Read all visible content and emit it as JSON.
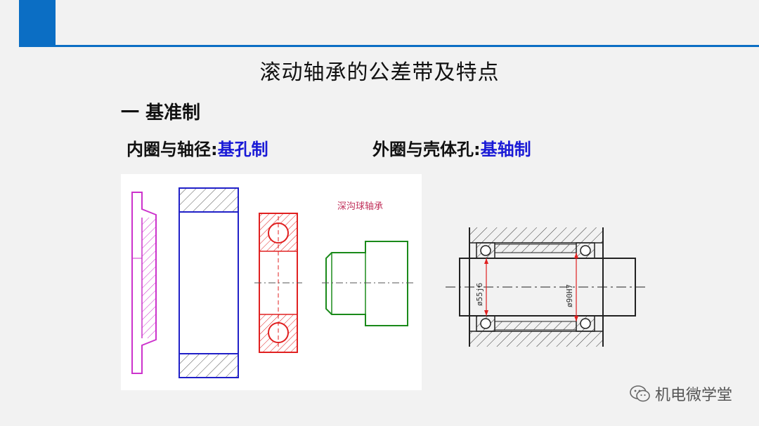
{
  "slide": {
    "title": "滚动轴承的公差带及特点",
    "section_heading": "一 基准制"
  },
  "labels": {
    "inner_ring_prefix": "内圈与轴径:",
    "inner_ring_system": "基孔制",
    "outer_ring_prefix": "外圈与壳体孔:",
    "outer_ring_system": "基轴制"
  },
  "figure_left": {
    "caption": "深沟球轴承"
  },
  "figure_right": {
    "shaft_dimension": "ø55j6",
    "housing_dimension": "ø90H7"
  },
  "watermark": {
    "text": "机电微学堂"
  },
  "colors": {
    "accent": "#0b6ec4",
    "highlight": "#1a1ad6",
    "shaft_magenta": "#cc33cc",
    "housing_blue": "#2020c8",
    "bearing_red": "#e02020",
    "shaft_green": "#1a8a1a"
  }
}
